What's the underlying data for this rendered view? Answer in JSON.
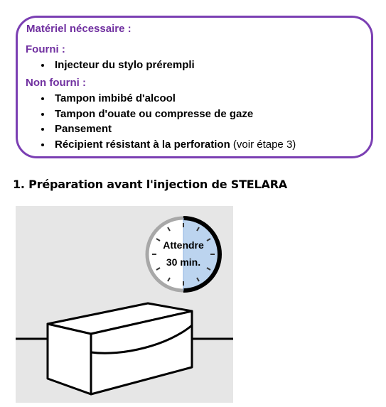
{
  "materials": {
    "title": "Matériel nécessaire :",
    "provided_label": "Fourni :",
    "provided_items": [
      {
        "text": "Injecteur du stylo prérempli",
        "note": ""
      }
    ],
    "not_provided_label": "Non fourni :",
    "not_provided_items": [
      {
        "text": "Tampon imbibé d'alcool",
        "note": ""
      },
      {
        "text": "Tampon d'ouate ou compresse de gaze",
        "note": ""
      },
      {
        "text": "Pansement",
        "note": ""
      },
      {
        "text": "Récipient résistant à la perforation",
        "note": " (voir étape 3)"
      }
    ]
  },
  "step": {
    "heading": "1. Préparation avant l'injection de STELARA"
  },
  "clock": {
    "line1": "Attendre",
    "line2": "30 min."
  },
  "colors": {
    "border": "#7b3fb3",
    "label": "#7030a0",
    "illustration_bg": "#e6e6e6",
    "clock_highlight": "#bcd4ef"
  }
}
